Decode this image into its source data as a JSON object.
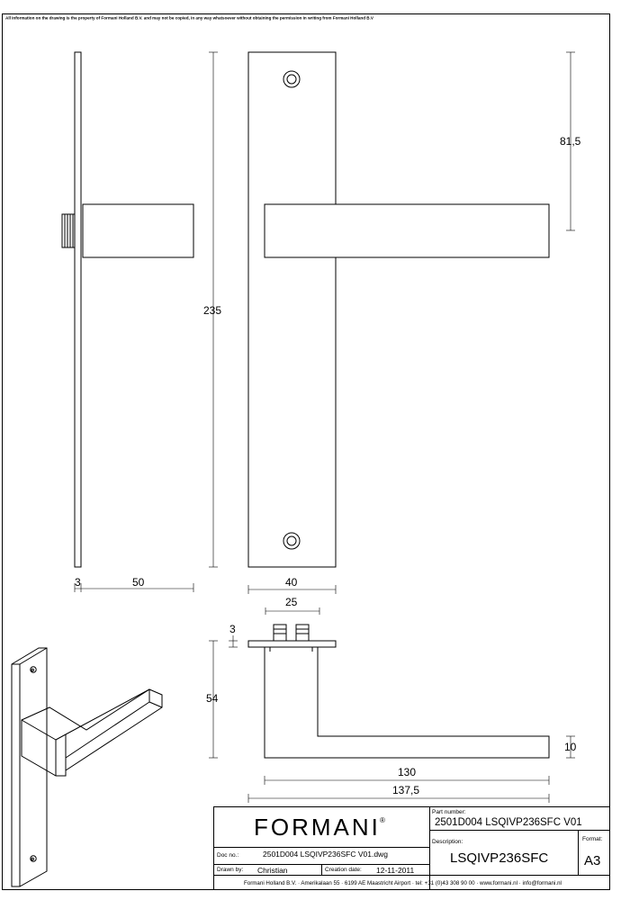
{
  "notice": "All information on the drawing is the property of Formani Holland B.V. and may not be copied, in any way whatsoever without obtaining the permission in writing from Formani Holland B.V",
  "dimensions": {
    "plate_thickness": "3",
    "side_projection": "50",
    "plate_height": "235",
    "lever_height_from_top": "81,5",
    "plate_width": "40",
    "spindle_spacing": "25",
    "top_plate_thickness": "3",
    "lever_projection": "54",
    "lever_thickness": "10",
    "lever_length": "130",
    "overall_length": "137,5"
  },
  "title_block": {
    "logo": "FORMANI",
    "logo_mark": "®",
    "part_number_label": "Part number:",
    "part_number": "2501D004 LSQIVP236SFC V01",
    "description_label": "Description:",
    "description": "LSQIVP236SFC",
    "format_label": "Format:",
    "format": "A3",
    "doc_no_label": "Doc no.:",
    "doc_no": "2501D004 LSQIVP236SFC V01.dwg",
    "drawn_by_label": "Drawn by:",
    "drawn_by": "Christian",
    "creation_date_label": "Creation date:",
    "creation_date": "12-11-2011",
    "footer": "Formani Holland B.V. · Amerikalaan 55 · 6199 AE Maastricht Airport · tel: +31 (0)43 308 90 00 · www.formani.nl · info@formani.nl"
  }
}
